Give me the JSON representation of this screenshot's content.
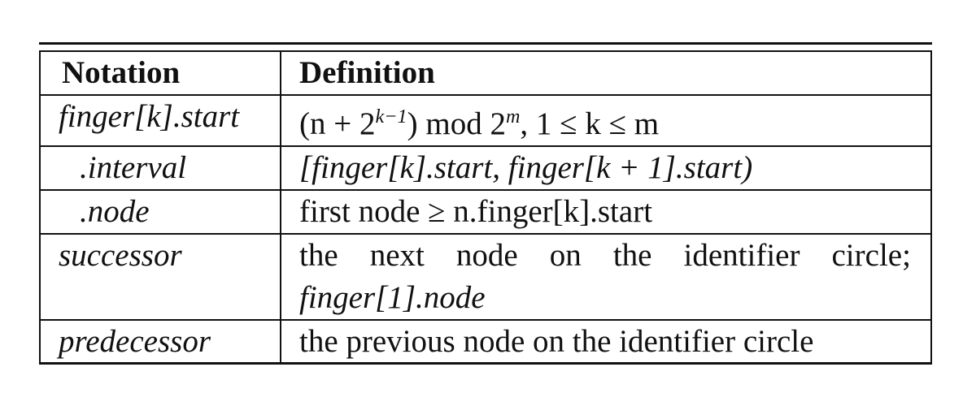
{
  "table": {
    "header": {
      "notation": "Notation",
      "definition": "Definition"
    },
    "rows": [
      {
        "notation": "finger[k].start",
        "definition": "(n + 2^{k−1}) mod 2^m, 1 ≤ k ≤ m"
      },
      {
        "notation": ".interval",
        "definition": "[finger[k].start, finger[k + 1].start)"
      },
      {
        "notation": ".node",
        "definition": "first node ≥ n.finger[k].start"
      },
      {
        "notation": "successor",
        "definition_line1_words": [
          "the",
          "next",
          "node",
          "on",
          "the",
          "identifier",
          "circle;"
        ],
        "definition_line2": "finger[1].node"
      },
      {
        "notation": "predecessor",
        "definition": "the previous node on the identifier circle"
      }
    ]
  }
}
